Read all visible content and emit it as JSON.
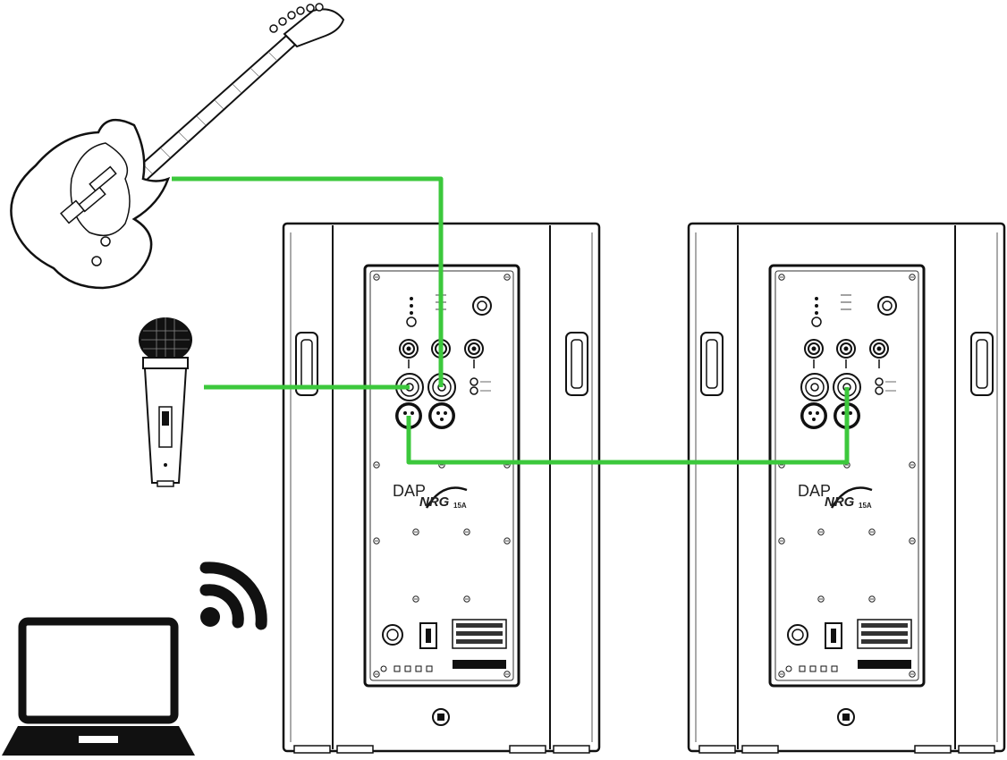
{
  "speakers": [
    {
      "id": "left",
      "brand": "DAP",
      "logo": "NRG",
      "model": "15A"
    },
    {
      "id": "right",
      "brand": "DAP",
      "logo": "NRG",
      "model": "15A"
    }
  ],
  "colors": {
    "cable": "#3cc83c",
    "outline": "#1a1a1a",
    "background": "#ffffff"
  },
  "icons": [
    "guitar-icon",
    "microphone-icon",
    "wifi-icon",
    "laptop-icon"
  ]
}
